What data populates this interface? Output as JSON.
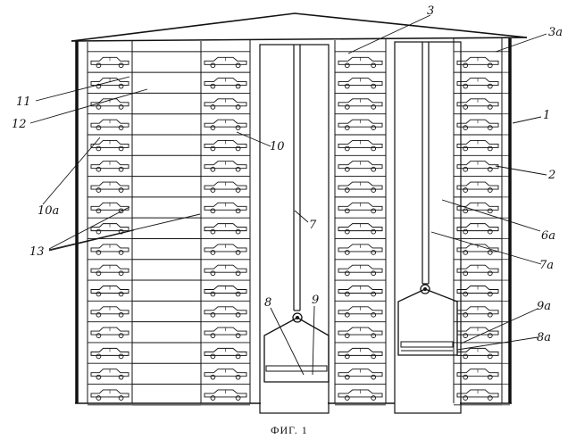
{
  "figure": {
    "caption": "ФИГ. 1",
    "labels": {
      "l1": "1",
      "l2": "2",
      "l3": "3",
      "l3a": "3а",
      "l6a": "6а",
      "l7": "7",
      "l7a": "7а",
      "l8": "8",
      "l8a": "8а",
      "l9": "9",
      "l9a": "9а",
      "l10": "10",
      "l10a": "10а",
      "l11": "11",
      "l12": "12",
      "l13": "13"
    }
  }
}
